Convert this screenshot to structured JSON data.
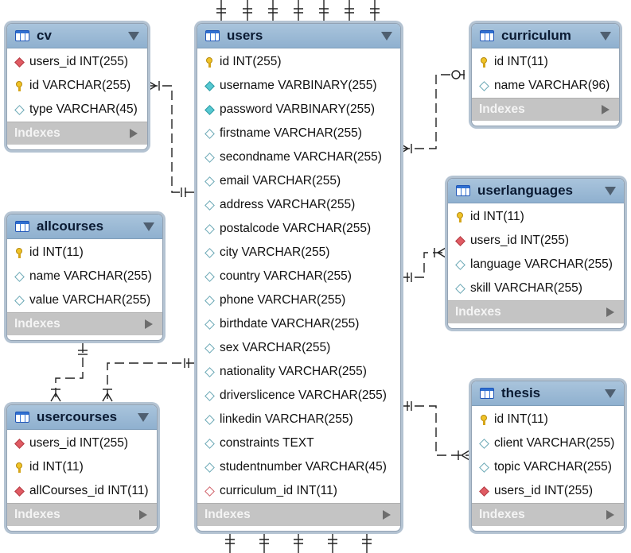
{
  "diagram": {
    "indexes_label": "Indexes",
    "entities": [
      {
        "id": "cv",
        "title": "cv",
        "columns": [
          {
            "text": "users_id INT(255)",
            "icon": "foreign-key-icon"
          },
          {
            "text": "id VARCHAR(255)",
            "icon": "primary-key-icon"
          },
          {
            "text": "type VARCHAR(45)",
            "icon": "column-icon"
          }
        ]
      },
      {
        "id": "users",
        "title": "users",
        "columns": [
          {
            "text": "id INT(255)",
            "icon": "primary-key-icon"
          },
          {
            "text": "username VARBINARY(255)",
            "icon": "not-null-column-icon"
          },
          {
            "text": "password VARBINARY(255)",
            "icon": "not-null-column-icon"
          },
          {
            "text": "firstname VARCHAR(255)",
            "icon": "column-icon"
          },
          {
            "text": "secondname VARCHAR(255)",
            "icon": "column-icon"
          },
          {
            "text": "email VARCHAR(255)",
            "icon": "column-icon"
          },
          {
            "text": "address VARCHAR(255)",
            "icon": "column-icon"
          },
          {
            "text": "postalcode VARCHAR(255)",
            "icon": "column-icon"
          },
          {
            "text": "city VARCHAR(255)",
            "icon": "column-icon"
          },
          {
            "text": "country VARCHAR(255)",
            "icon": "column-icon"
          },
          {
            "text": "phone VARCHAR(255)",
            "icon": "column-icon"
          },
          {
            "text": "birthdate VARCHAR(255)",
            "icon": "column-icon"
          },
          {
            "text": "sex VARCHAR(255)",
            "icon": "column-icon"
          },
          {
            "text": "nationality VARCHAR(255)",
            "icon": "column-icon"
          },
          {
            "text": "driverslicence VARCHAR(255)",
            "icon": "column-icon"
          },
          {
            "text": "linkedin VARCHAR(255)",
            "icon": "column-icon"
          },
          {
            "text": "constraints TEXT",
            "icon": "column-icon"
          },
          {
            "text": "studentnumber VARCHAR(45)",
            "icon": "column-icon"
          },
          {
            "text": "curriculum_id INT(11)",
            "icon": "foreign-key-outline-icon"
          }
        ]
      },
      {
        "id": "curriculum",
        "title": "curriculum",
        "columns": [
          {
            "text": "id INT(11)",
            "icon": "primary-key-icon"
          },
          {
            "text": "name VARCHAR(96)",
            "icon": "column-icon"
          }
        ]
      },
      {
        "id": "allcourses",
        "title": "allcourses",
        "columns": [
          {
            "text": "id INT(11)",
            "icon": "primary-key-icon"
          },
          {
            "text": "name VARCHAR(255)",
            "icon": "column-icon"
          },
          {
            "text": "value VARCHAR(255)",
            "icon": "column-icon"
          }
        ]
      },
      {
        "id": "userlanguages",
        "title": "userlanguages",
        "columns": [
          {
            "text": "id INT(11)",
            "icon": "primary-key-icon"
          },
          {
            "text": "users_id INT(255)",
            "icon": "foreign-key-icon"
          },
          {
            "text": "language VARCHAR(255)",
            "icon": "column-icon"
          },
          {
            "text": "skill VARCHAR(255)",
            "icon": "column-icon"
          }
        ]
      },
      {
        "id": "usercourses",
        "title": "usercourses",
        "columns": [
          {
            "text": "users_id INT(255)",
            "icon": "foreign-key-icon"
          },
          {
            "text": "id INT(11)",
            "icon": "primary-key-icon"
          },
          {
            "text": "allCourses_id INT(11)",
            "icon": "foreign-key-icon"
          }
        ]
      },
      {
        "id": "thesis",
        "title": "thesis",
        "columns": [
          {
            "text": "id INT(11)",
            "icon": "primary-key-icon"
          },
          {
            "text": "client VARCHAR(255)",
            "icon": "column-icon"
          },
          {
            "text": "topic VARCHAR(255)",
            "icon": "column-icon"
          },
          {
            "text": "users_id INT(255)",
            "icon": "foreign-key-icon"
          }
        ]
      }
    ]
  }
}
